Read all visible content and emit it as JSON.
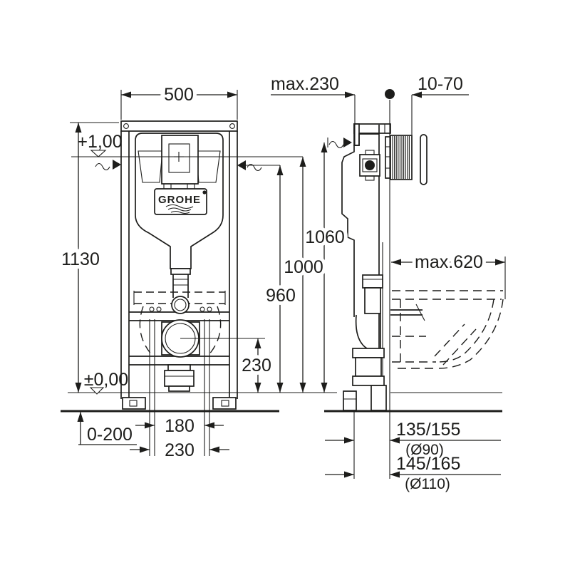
{
  "colors": {
    "line": "#1d1d1b",
    "background": "#ffffff"
  },
  "brand": {
    "logo_text": "GROHE"
  },
  "front_view": {
    "dim_width": "500",
    "dim_height": "1130",
    "level_top": "+1,00",
    "level_floor": "±0,00",
    "dim_height_1060": "1060",
    "dim_height_1000": "1000",
    "dim_height_960": "960",
    "dim_drain_height": "230",
    "dim_foot_adjust": "0-200",
    "dim_fixing_inner": "180",
    "dim_fixing_outer": "230"
  },
  "side_view": {
    "dim_depth_max": "max.230",
    "dim_wall_range": "10-70",
    "dim_bowl_max": "max.620",
    "outlet_small": {
      "offset": "135/155",
      "diameter": "(Ø90)"
    },
    "outlet_large": {
      "offset": "145/165",
      "diameter": "(Ø110)"
    }
  }
}
